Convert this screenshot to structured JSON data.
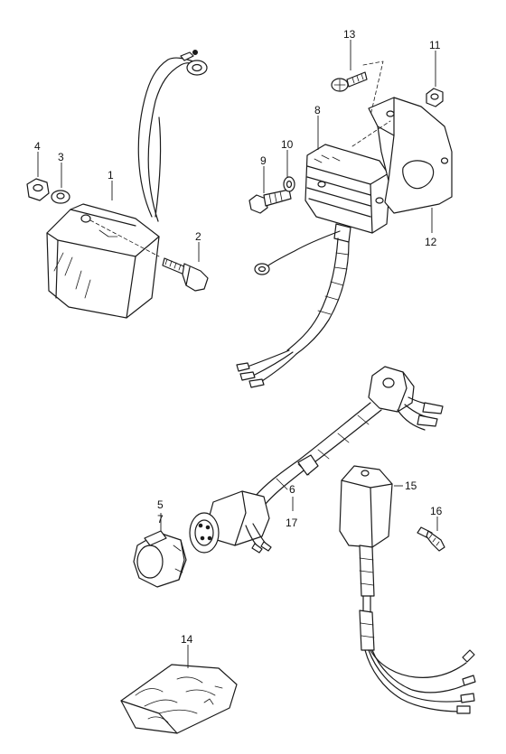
{
  "labels": {
    "p1": "1",
    "p2": "2",
    "p3": "3",
    "p4": "4",
    "p5": "5",
    "p6": "6",
    "p7": "7",
    "p8": "8",
    "p9": "9",
    "p10": "10",
    "p11": "11",
    "p12": "12",
    "p13": "13",
    "p14": "14",
    "p15": "15",
    "p16": "16",
    "p17": "17"
  }
}
